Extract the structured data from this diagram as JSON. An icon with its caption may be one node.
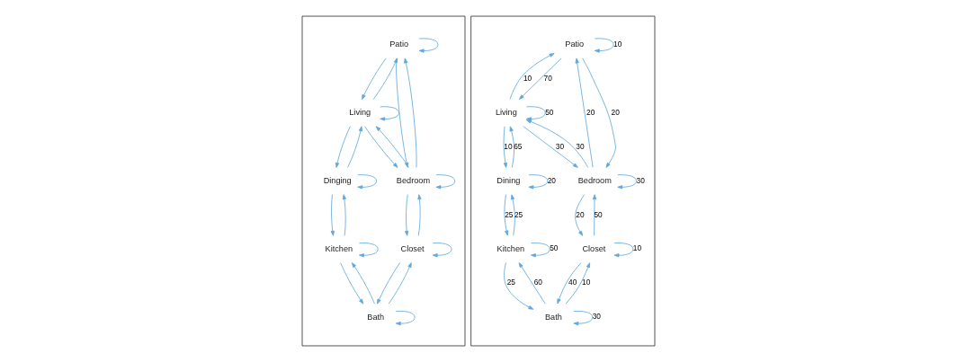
{
  "diagram": {
    "nodes": [
      {
        "text": [],
        "shape": "box"
      },
      {
        "text": [
          "Patio"
        ],
        "in": 0
      },
      {
        "text": [
          "Living"
        ],
        "in": 0
      },
      {
        "text": [
          "Dinging"
        ],
        "in": 0
      },
      {
        "text": [
          "Bedroom"
        ],
        "in": 0
      },
      {
        "text": [
          "Kitchen"
        ],
        "in": 0
      },
      {
        "text": [
          "Closet"
        ],
        "in": 0
      },
      {
        "text": [
          "Bath"
        ],
        "in": 0
      },
      {
        "text": [],
        "shape": "box"
      },
      {
        "text": [
          "Patio"
        ],
        "in": 8
      },
      {
        "text": [
          "Living"
        ],
        "in": 8
      },
      {
        "text": [
          "Dining"
        ],
        "in": 8
      },
      {
        "text": [
          "Bedroom"
        ],
        "in": 8
      },
      {
        "text": [
          "Kitchen"
        ],
        "in": 8
      },
      {
        "text": [
          "Closet"
        ],
        "in": 8
      },
      {
        "text": [
          "Bath"
        ],
        "in": 8
      }
    ],
    "edges": [
      {
        "from": 2,
        "to": 2,
        "arrow": "to"
      },
      {
        "from": 1,
        "to": 1,
        "arrow": "to"
      },
      {
        "from": 3,
        "to": 3,
        "arrow": "to"
      },
      {
        "from": 4,
        "to": 4,
        "arrow": "to"
      },
      {
        "from": 5,
        "to": 5,
        "arrow": "to"
      },
      {
        "from": 6,
        "to": 6,
        "arrow": "to"
      },
      {
        "from": 7,
        "to": 7,
        "arrow": "to"
      },
      {
        "from": 1,
        "to": 2,
        "arrow": "to"
      },
      {
        "from": 2,
        "to": 1,
        "arrow": "to"
      },
      {
        "from": 2,
        "to": 3,
        "arrow": "to"
      },
      {
        "from": 3,
        "to": 2,
        "arrow": "to"
      },
      {
        "from": 2,
        "to": 4,
        "arrow": "to"
      },
      {
        "from": 4,
        "to": 2,
        "arrow": "to"
      },
      {
        "from": 1,
        "to": 4,
        "arrow": "to"
      },
      {
        "from": 4,
        "to": 1,
        "arrow": "to"
      },
      {
        "from": 3,
        "to": 5,
        "arrow": "to"
      },
      {
        "from": 5,
        "to": 3,
        "arrow": "to"
      },
      {
        "from": 5,
        "to": 7,
        "arrow": "to"
      },
      {
        "from": 7,
        "to": 5,
        "arrow": "to"
      },
      {
        "from": 6,
        "to": 7,
        "arrow": "to"
      },
      {
        "from": 7,
        "to": 6,
        "arrow": "to"
      },
      {
        "from": 4,
        "to": 6,
        "arrow": "to"
      },
      {
        "from": 6,
        "to": 4,
        "arrow": "to"
      },
      {
        "from": 10,
        "to": 10,
        "arrow": "to",
        "label": "50"
      },
      {
        "from": 9,
        "to": 9,
        "arrow": "to",
        "label": "10"
      },
      {
        "from": 11,
        "to": 11,
        "arrow": "to",
        "label": "20"
      },
      {
        "from": 12,
        "to": 12,
        "arrow": "to",
        "label": "30"
      },
      {
        "from": 13,
        "to": 13,
        "arrow": "to",
        "label": "50"
      },
      {
        "from": 14,
        "to": 14,
        "arrow": "to",
        "label": "10"
      },
      {
        "from": 15,
        "to": 15,
        "arrow": "to",
        "label": "30"
      },
      {
        "from": 9,
        "to": 10,
        "arrow": "to",
        "label": "70"
      },
      {
        "from": 10,
        "to": 9,
        "arrow": "to",
        "label": "10"
      },
      {
        "from": 10,
        "to": 11,
        "arrow": "to",
        "label": "10"
      },
      {
        "from": 11,
        "to": 10,
        "arrow": "to",
        "label": "65"
      },
      {
        "from": 10,
        "to": 12,
        "arrow": "to",
        "label": "30"
      },
      {
        "from": 12,
        "to": 10,
        "arrow": "to",
        "label": "30"
      },
      {
        "from": 9,
        "to": 12,
        "arrow": "to",
        "label": "20"
      },
      {
        "from": 12,
        "to": 9,
        "arrow": "to",
        "label": "20"
      },
      {
        "from": 11,
        "to": 13,
        "arrow": "to",
        "label": "25"
      },
      {
        "from": 13,
        "to": 11,
        "arrow": "to",
        "label": "25"
      },
      {
        "from": 13,
        "to": 15,
        "arrow": "to",
        "label": "25"
      },
      {
        "from": 15,
        "to": 13,
        "arrow": "to",
        "label": "60"
      },
      {
        "from": 14,
        "to": 15,
        "arrow": "to",
        "label": "40"
      },
      {
        "from": 15,
        "to": 14,
        "arrow": "to",
        "label": "10"
      },
      {
        "from": 12,
        "to": 14,
        "arrow": "to",
        "label": "20"
      },
      {
        "from": 14,
        "to": 12,
        "arrow": "to",
        "label": "50"
      }
    ]
  }
}
